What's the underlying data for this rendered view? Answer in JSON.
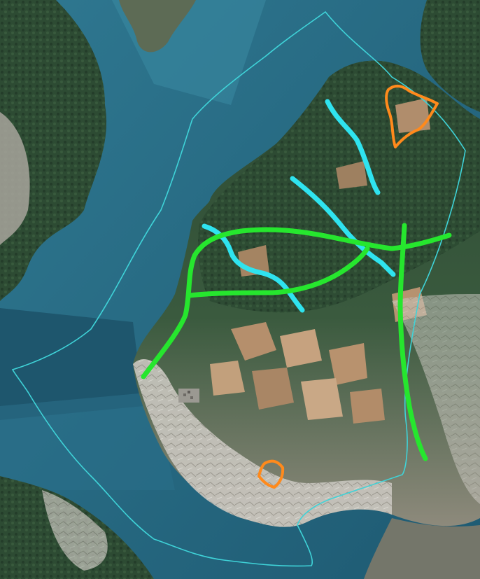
{
  "map": {
    "kind": "satellite-imagery",
    "colors": {
      "water_deep": "#1f5f78",
      "water_mid": "#2f7891",
      "water_light": "#3f8aa2",
      "forest_dark": "#223c2a",
      "forest": "#31523a",
      "farmland": "#b08c6c",
      "farmland_light": "#c8a684",
      "rock": "#c6c3bc",
      "rock_light": "#dcdad4",
      "boundary": "#3fd3d8",
      "cyan_route": "#2fe3ef",
      "green_route": "#26e62e",
      "orange_zone": "#ff8a1c"
    },
    "overlays": {
      "boundary": "study-area-boundary",
      "cyan_routes": 3,
      "green_routes": 3,
      "orange_zones": 2
    }
  }
}
